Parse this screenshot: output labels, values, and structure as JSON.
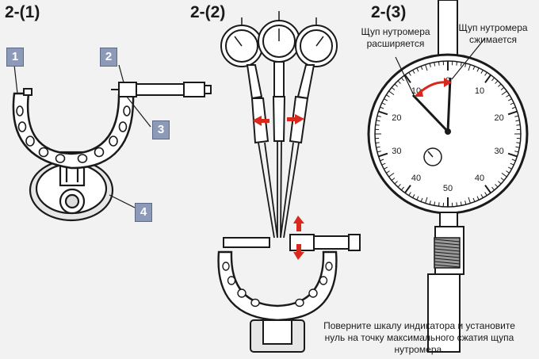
{
  "panels": [
    {
      "title": "2-(1)"
    },
    {
      "title": "2-(2)"
    },
    {
      "title": "2-(3)"
    }
  ],
  "callouts": [
    "1",
    "2",
    "3",
    "4"
  ],
  "labels": {
    "expands": [
      "Щуп нутромера",
      "расширяется"
    ],
    "compresses": [
      "Щуп нутромера",
      "сжимается"
    ]
  },
  "dial_numbers": [
    "0",
    "10",
    "20",
    "30",
    "40",
    "50",
    "40",
    "30",
    "20",
    "10"
  ],
  "instruction": [
    "Поверните шкалу индикатора и установите",
    "нуль на точку максимального сжатия щупа",
    "нутромера."
  ],
  "colors": {
    "arrow": "#d9291c",
    "badge": "#8c9ab8",
    "ink": "#1a1a1a",
    "background": "#f2f2f2"
  }
}
